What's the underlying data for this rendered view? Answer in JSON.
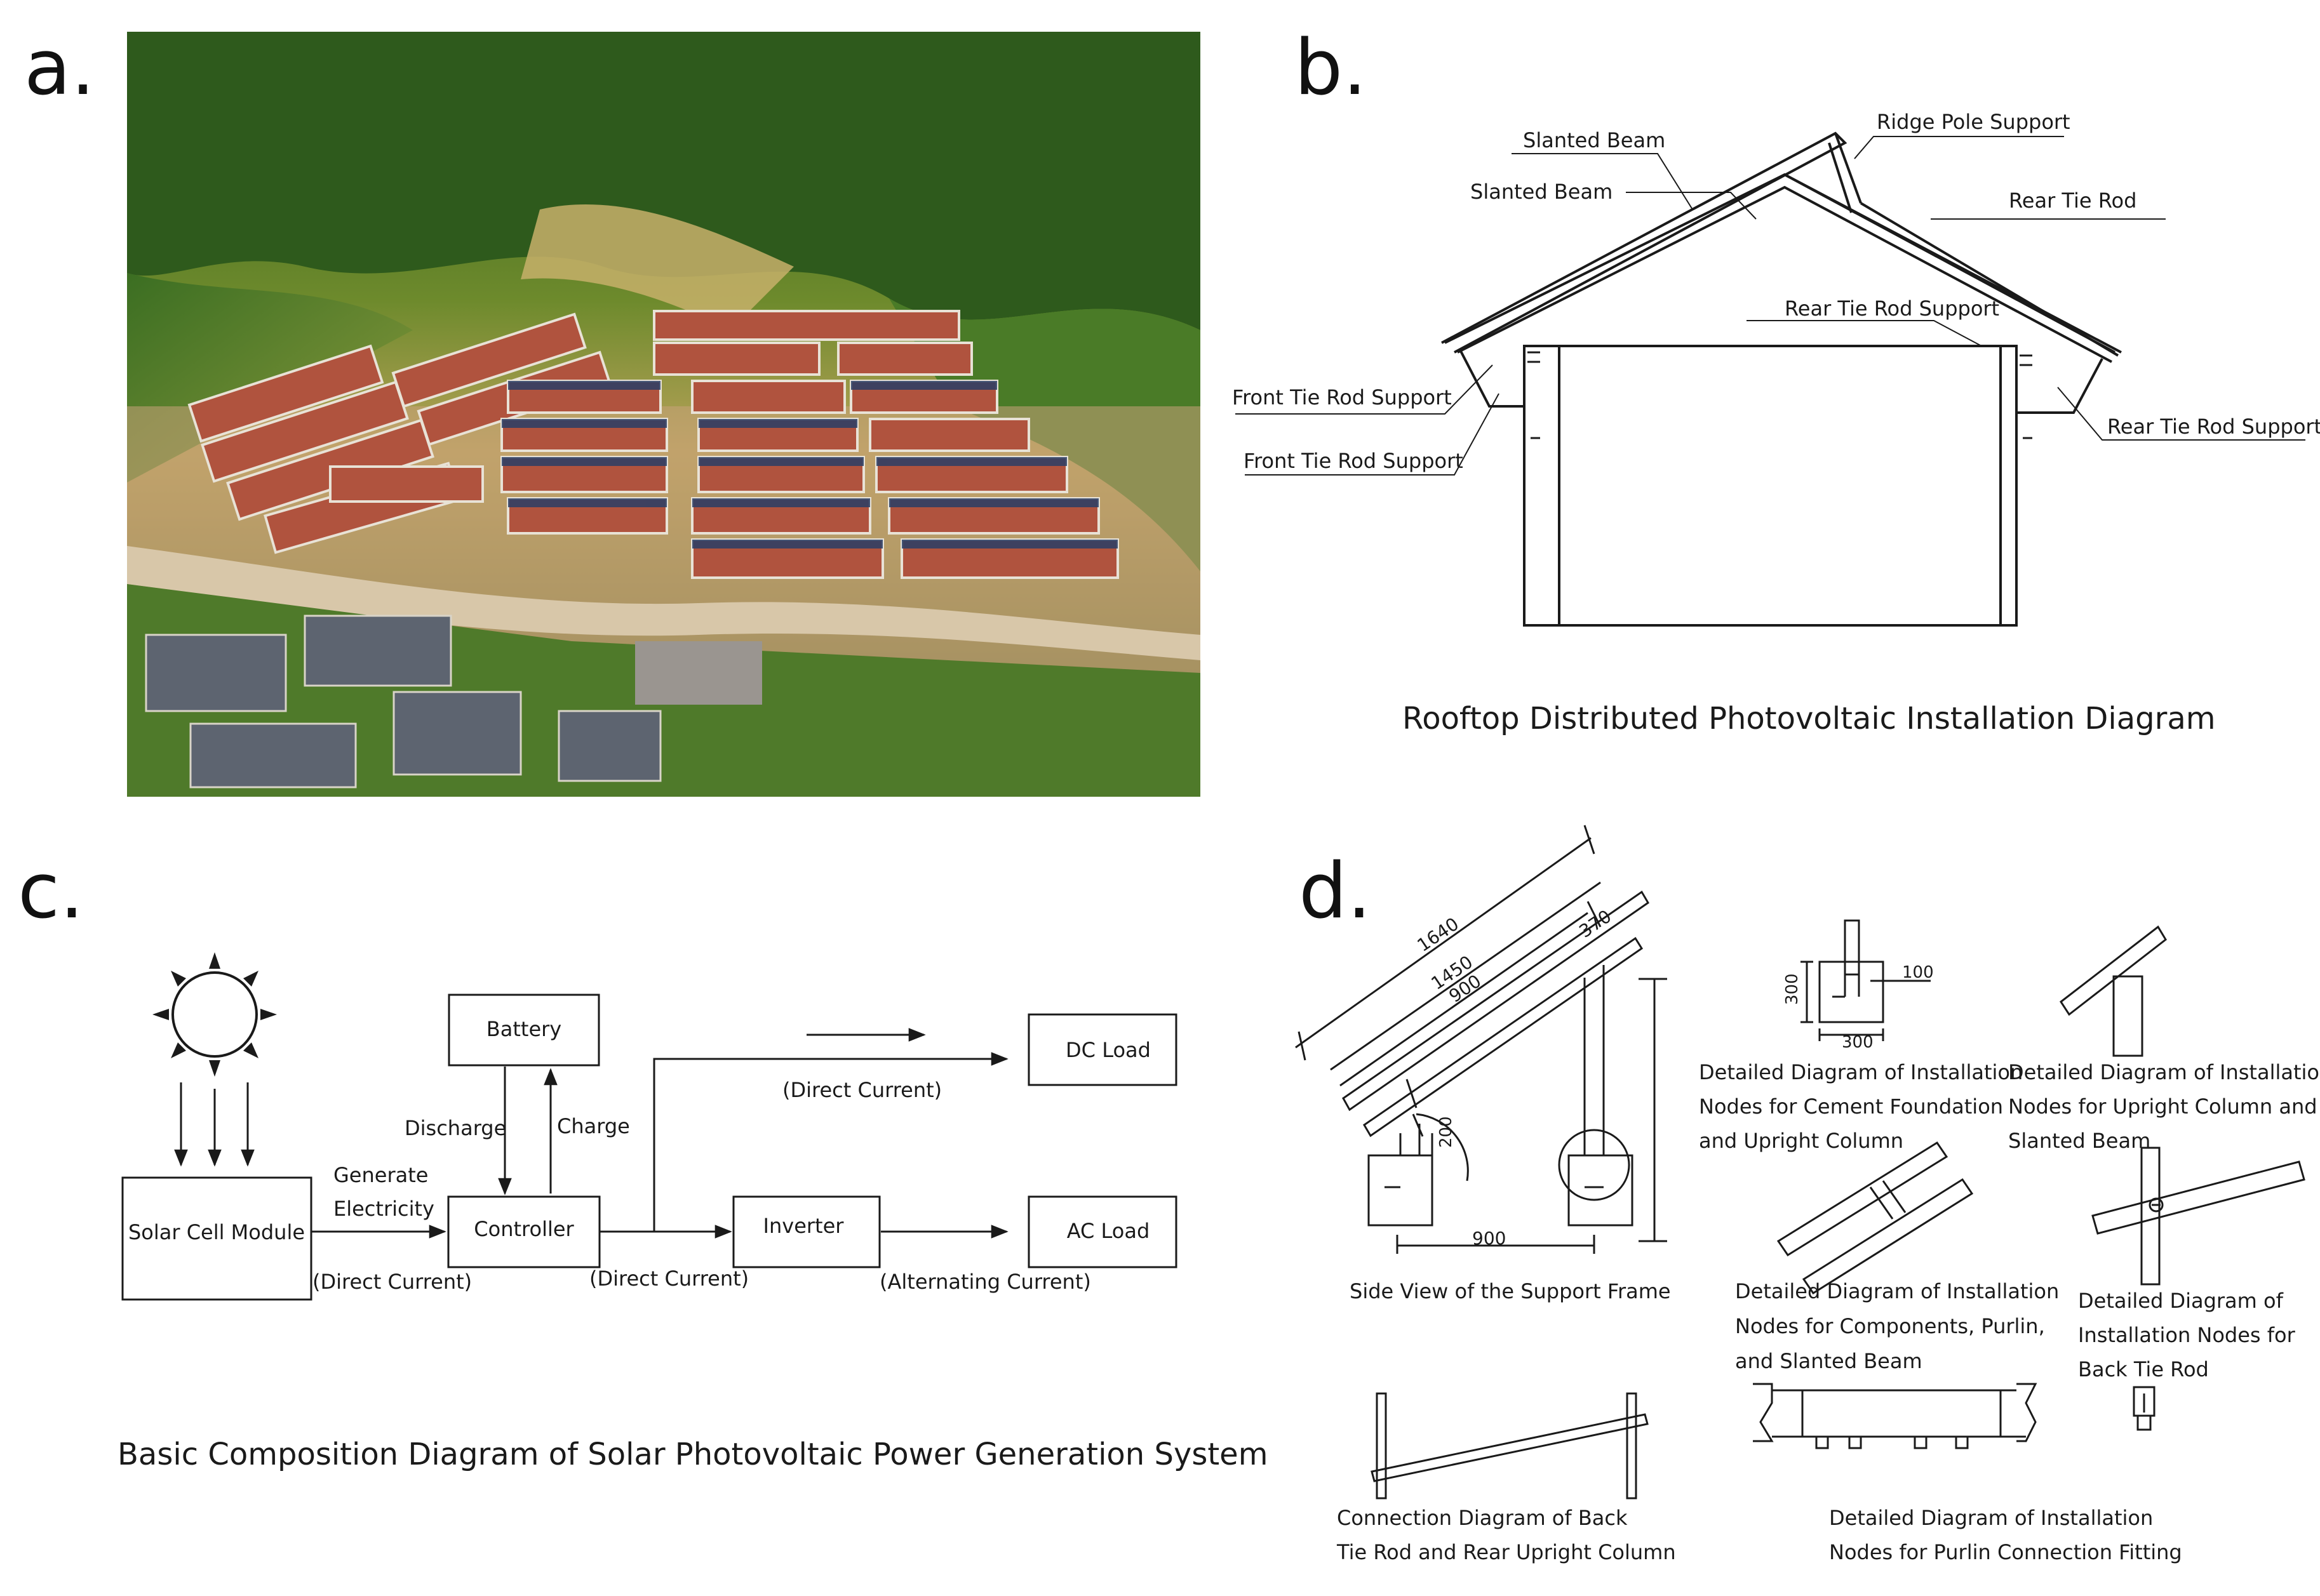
{
  "panels": {
    "a": {
      "letter": "a."
    },
    "b": {
      "letter": "b.",
      "labels": {
        "slanted_beam_top": "Slanted Beam",
        "slanted_beam_2": "Slanted Beam",
        "ridge_pole_support": "Ridge Pole Support",
        "rear_tie_rod": "Rear Tie Rod",
        "rear_tie_rod_support_inner": "Rear Tie Rod Support",
        "front_tie_rod_support_1": "Front Tie Rod Support",
        "front_tie_rod_support_2": "Front Tie Rod Support",
        "rear_tie_rod_support_right": "Rear Tie Rod Support"
      },
      "caption": "Rooftop Distributed Photovoltaic Installation Diagram"
    },
    "c": {
      "letter": "c.",
      "nodes": {
        "solar_cell_module": "Solar Cell Module",
        "battery": "Battery",
        "controller": "Controller",
        "inverter": "Inverter",
        "dc_load": "DC Load",
        "ac_load": "AC Load"
      },
      "edges": {
        "generate": "Generate",
        "electricity": "Electricity",
        "direct_current_1": "(Direct Current)",
        "direct_current_2": "(Direct Current)",
        "direct_current_3": "(Direct Current)",
        "alternating_current": "(Alternating Current)",
        "discharge": "Discharge",
        "charge": "Charge"
      },
      "caption": "Basic Composition Diagram of Solar Photovoltaic Power Generation System"
    },
    "d": {
      "letter": "d.",
      "dims": {
        "d1640": "1640",
        "d1450": "1450",
        "d900a": "900",
        "d370": "370",
        "d200": "200",
        "d900b": "900",
        "d300v": "300",
        "d100": "100",
        "d300h": "300"
      },
      "captions": {
        "side_view_title": "Side View of the Support Frame",
        "cement_l1": "Detailed Diagram of Installation",
        "cement_l2": "Nodes for Cement Foundation",
        "cement_l3": "and Upright Column",
        "upright_l1": "Detailed Diagram of Installation",
        "upright_l2": "Nodes for Upright Column and",
        "upright_l3": "Slanted Beam",
        "components_l1": "Detailed Diagram of Installation",
        "components_l2": "Nodes for Components, Purlin,",
        "components_l3": "and Slanted Beam",
        "back_tie_l1": "Detailed Diagram of",
        "back_tie_l2": "Installation Nodes for",
        "back_tie_l3": "Back Tie Rod",
        "connection_l1": "Connection Diagram of Back",
        "connection_l2": "Tie Rod and Rear Upright Column",
        "purlin_l1": "Detailed Diagram of Installation",
        "purlin_l2": "Nodes for Purlin Connection Fitting"
      }
    }
  }
}
